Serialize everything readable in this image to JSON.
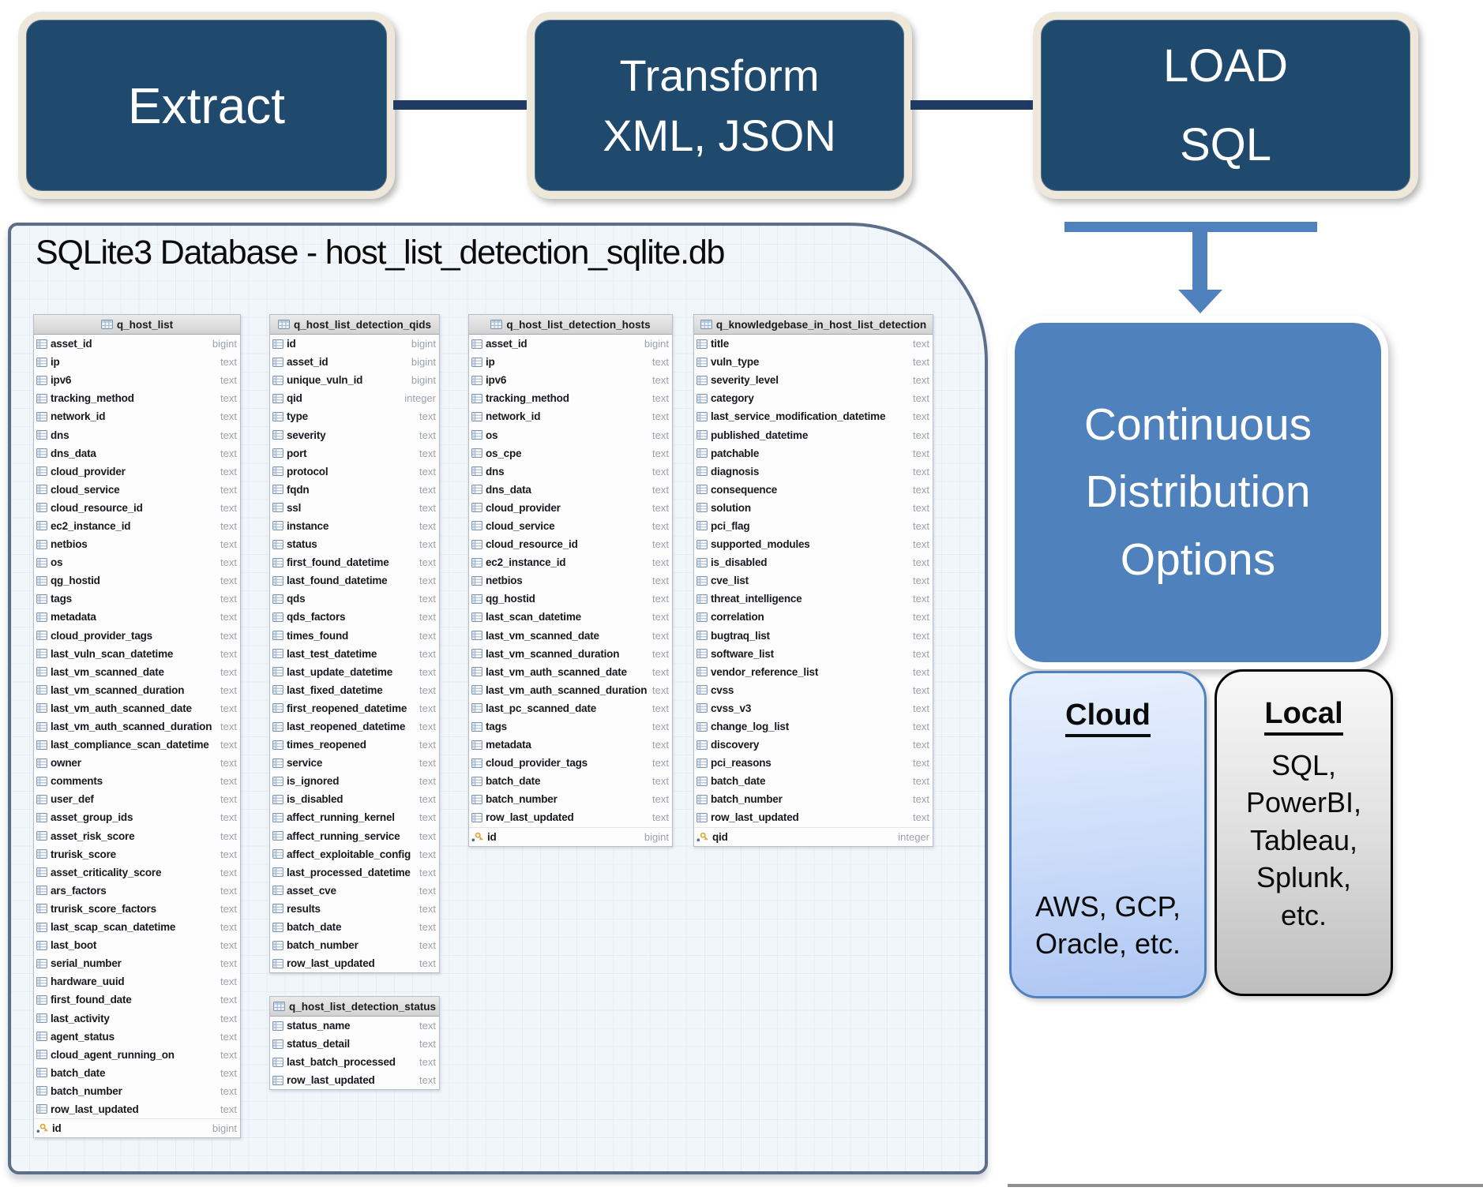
{
  "flow": {
    "extract": {
      "label": "Extract"
    },
    "transform": {
      "lines": [
        "Transform",
        "XML, JSON"
      ]
    },
    "load": {
      "lines": [
        "LOAD",
        "SQL"
      ]
    }
  },
  "database": {
    "title": "SQLite3 Database  - host_list_detection_sqlite.db",
    "tables": [
      {
        "name": "q_host_list",
        "fields": [
          [
            "asset_id",
            "bigint"
          ],
          [
            "ip",
            "text"
          ],
          [
            "ipv6",
            "text"
          ],
          [
            "tracking_method",
            "text"
          ],
          [
            "network_id",
            "text"
          ],
          [
            "dns",
            "text"
          ],
          [
            "dns_data",
            "text"
          ],
          [
            "cloud_provider",
            "text"
          ],
          [
            "cloud_service",
            "text"
          ],
          [
            "cloud_resource_id",
            "text"
          ],
          [
            "ec2_instance_id",
            "text"
          ],
          [
            "netbios",
            "text"
          ],
          [
            "os",
            "text"
          ],
          [
            "qg_hostid",
            "text"
          ],
          [
            "tags",
            "text"
          ],
          [
            "metadata",
            "text"
          ],
          [
            "cloud_provider_tags",
            "text"
          ],
          [
            "last_vuln_scan_datetime",
            "text"
          ],
          [
            "last_vm_scanned_date",
            "text"
          ],
          [
            "last_vm_scanned_duration",
            "text"
          ],
          [
            "last_vm_auth_scanned_date",
            "text"
          ],
          [
            "last_vm_auth_scanned_duration",
            "text"
          ],
          [
            "last_compliance_scan_datetime",
            "text"
          ],
          [
            "owner",
            "text"
          ],
          [
            "comments",
            "text"
          ],
          [
            "user_def",
            "text"
          ],
          [
            "asset_group_ids",
            "text"
          ],
          [
            "asset_risk_score",
            "text"
          ],
          [
            "trurisk_score",
            "text"
          ],
          [
            "asset_criticality_score",
            "text"
          ],
          [
            "ars_factors",
            "text"
          ],
          [
            "trurisk_score_factors",
            "text"
          ],
          [
            "last_scap_scan_datetime",
            "text"
          ],
          [
            "last_boot",
            "text"
          ],
          [
            "serial_number",
            "text"
          ],
          [
            "hardware_uuid",
            "text"
          ],
          [
            "first_found_date",
            "text"
          ],
          [
            "last_activity",
            "text"
          ],
          [
            "agent_status",
            "text"
          ],
          [
            "cloud_agent_running_on",
            "text"
          ],
          [
            "batch_date",
            "text"
          ],
          [
            "batch_number",
            "text"
          ],
          [
            "row_last_updated",
            "text"
          ],
          [
            "id",
            "bigint",
            1
          ]
        ]
      },
      {
        "name": "q_host_list_detection_qids",
        "fields": [
          [
            "id",
            "bigint"
          ],
          [
            "asset_id",
            "bigint"
          ],
          [
            "unique_vuln_id",
            "bigint"
          ],
          [
            "qid",
            "integer"
          ],
          [
            "type",
            "text"
          ],
          [
            "severity",
            "text"
          ],
          [
            "port",
            "text"
          ],
          [
            "protocol",
            "text"
          ],
          [
            "fqdn",
            "text"
          ],
          [
            "ssl",
            "text"
          ],
          [
            "instance",
            "text"
          ],
          [
            "status",
            "text"
          ],
          [
            "first_found_datetime",
            "text"
          ],
          [
            "last_found_datetime",
            "text"
          ],
          [
            "qds",
            "text"
          ],
          [
            "qds_factors",
            "text"
          ],
          [
            "times_found",
            "text"
          ],
          [
            "last_test_datetime",
            "text"
          ],
          [
            "last_update_datetime",
            "text"
          ],
          [
            "last_fixed_datetime",
            "text"
          ],
          [
            "first_reopened_datetime",
            "text"
          ],
          [
            "last_reopened_datetime",
            "text"
          ],
          [
            "times_reopened",
            "text"
          ],
          [
            "service",
            "text"
          ],
          [
            "is_ignored",
            "text"
          ],
          [
            "is_disabled",
            "text"
          ],
          [
            "affect_running_kernel",
            "text"
          ],
          [
            "affect_running_service",
            "text"
          ],
          [
            "affect_exploitable_config",
            "text"
          ],
          [
            "last_processed_datetime",
            "text"
          ],
          [
            "asset_cve",
            "text"
          ],
          [
            "results",
            "text"
          ],
          [
            "batch_date",
            "text"
          ],
          [
            "batch_number",
            "text"
          ],
          [
            "row_last_updated",
            "text"
          ]
        ]
      },
      {
        "name": "q_host_list_detection_hosts",
        "fields": [
          [
            "asset_id",
            "bigint"
          ],
          [
            "ip",
            "text"
          ],
          [
            "ipv6",
            "text"
          ],
          [
            "tracking_method",
            "text"
          ],
          [
            "network_id",
            "text"
          ],
          [
            "os",
            "text"
          ],
          [
            "os_cpe",
            "text"
          ],
          [
            "dns",
            "text"
          ],
          [
            "dns_data",
            "text"
          ],
          [
            "cloud_provider",
            "text"
          ],
          [
            "cloud_service",
            "text"
          ],
          [
            "cloud_resource_id",
            "text"
          ],
          [
            "ec2_instance_id",
            "text"
          ],
          [
            "netbios",
            "text"
          ],
          [
            "qg_hostid",
            "text"
          ],
          [
            "last_scan_datetime",
            "text"
          ],
          [
            "last_vm_scanned_date",
            "text"
          ],
          [
            "last_vm_scanned_duration",
            "text"
          ],
          [
            "last_vm_auth_scanned_date",
            "text"
          ],
          [
            "last_vm_auth_scanned_duration",
            "text"
          ],
          [
            "last_pc_scanned_date",
            "text"
          ],
          [
            "tags",
            "text"
          ],
          [
            "metadata",
            "text"
          ],
          [
            "cloud_provider_tags",
            "text"
          ],
          [
            "batch_date",
            "text"
          ],
          [
            "batch_number",
            "text"
          ],
          [
            "row_last_updated",
            "text"
          ],
          [
            "id",
            "bigint",
            1
          ]
        ]
      },
      {
        "name": "q_knowledgebase_in_host_list_detection",
        "fields": [
          [
            "title",
            "text"
          ],
          [
            "vuln_type",
            "text"
          ],
          [
            "severity_level",
            "text"
          ],
          [
            "category",
            "text"
          ],
          [
            "last_service_modification_datetime",
            "text"
          ],
          [
            "published_datetime",
            "text"
          ],
          [
            "patchable",
            "text"
          ],
          [
            "diagnosis",
            "text"
          ],
          [
            "consequence",
            "text"
          ],
          [
            "solution",
            "text"
          ],
          [
            "pci_flag",
            "text"
          ],
          [
            "supported_modules",
            "text"
          ],
          [
            "is_disabled",
            "text"
          ],
          [
            "cve_list",
            "text"
          ],
          [
            "threat_intelligence",
            "text"
          ],
          [
            "correlation",
            "text"
          ],
          [
            "bugtraq_list",
            "text"
          ],
          [
            "software_list",
            "text"
          ],
          [
            "vendor_reference_list",
            "text"
          ],
          [
            "cvss",
            "text"
          ],
          [
            "cvss_v3",
            "text"
          ],
          [
            "change_log_list",
            "text"
          ],
          [
            "discovery",
            "text"
          ],
          [
            "pci_reasons",
            "text"
          ],
          [
            "batch_date",
            "text"
          ],
          [
            "batch_number",
            "text"
          ],
          [
            "row_last_updated",
            "text"
          ],
          [
            "qid",
            "integer",
            1
          ]
        ]
      },
      {
        "name": "q_host_list_detection_status",
        "fields": [
          [
            "status_name",
            "text"
          ],
          [
            "status_detail",
            "text"
          ],
          [
            "last_batch_processed",
            "text"
          ],
          [
            "row_last_updated",
            "text"
          ]
        ]
      }
    ]
  },
  "distribution": {
    "heading_lines": [
      "Continuous",
      "Distribution",
      "Options"
    ],
    "cloud": {
      "title": "Cloud",
      "body_lines": [
        "AWS, GCP,",
        "Oracle, etc."
      ]
    },
    "local": {
      "title": "Local",
      "body_lines": [
        "SQL,",
        "PowerBI,",
        "Tableau,",
        "Splunk,",
        "etc."
      ]
    }
  },
  "colors": {
    "etl_box_fill": "#20496E",
    "etl_box_border": "#EDE8DA",
    "connector": "#1F3B63",
    "accent_blue": "#4F81BD",
    "panel_border": "#5D6E89",
    "panel_background": "#F1F6FA",
    "table_header_background": "#D9D9D9",
    "cloud_border": "#4F81BD",
    "local_border": "#000000",
    "key_icon_gold": "#DFA63D"
  }
}
